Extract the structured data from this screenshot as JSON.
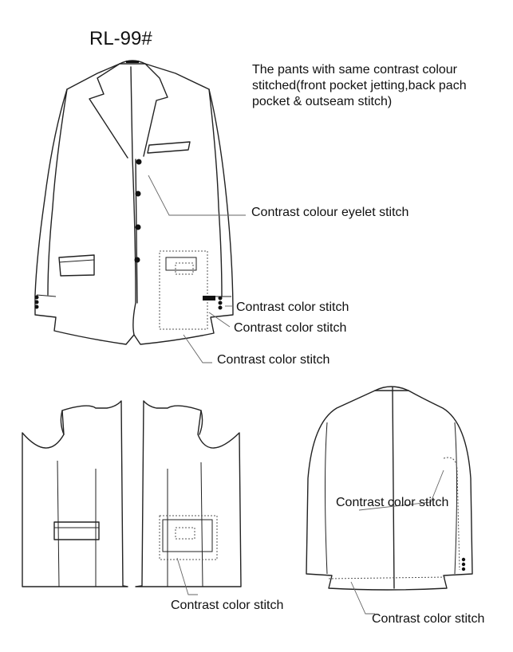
{
  "title": "RL-99#",
  "note": {
    "line1": "The pants with same contrast colour",
    "line2": "stitched(front pocket jetting,back pach",
    "line3": "pocket & outseam stitch)"
  },
  "callouts": {
    "eyelet": "Contrast colour eyelet stitch",
    "cuff_buttons": "Contrast color stitch",
    "cuff_hem": "Contrast color stitch",
    "front_pocket": "Contrast color stitch",
    "inner_pocket": "Contrast color stitch",
    "back_vent": "Contrast color stitch",
    "back_hem": "Contrast color stitch"
  }
}
